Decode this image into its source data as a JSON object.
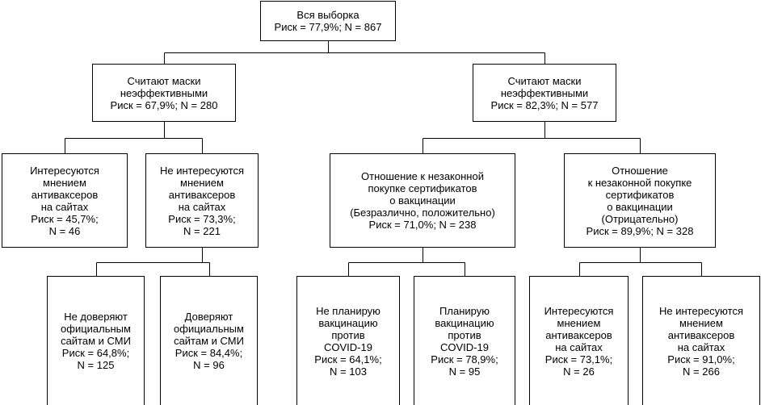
{
  "diagram": {
    "nodes": [
      {
        "id": "root",
        "lines": [
          "Вся выборка",
          "Риск = 77,9%; N = 867"
        ]
      },
      {
        "id": "n1",
        "lines": [
          "Считают маски",
          "неэффективными",
          "Риск = 67,9%; N = 280"
        ]
      },
      {
        "id": "n2",
        "lines": [
          "Считают маски",
          "неэффективными",
          "Риск = 82,3%; N = 577"
        ]
      },
      {
        "id": "n11",
        "lines": [
          "Интересуются",
          "мнением",
          "антиваксеров",
          "на сайтах",
          "Риск = 45,7%;",
          "N = 46"
        ]
      },
      {
        "id": "n12",
        "lines": [
          "Не интересуются",
          "мнением",
          "антиваксеров",
          "на сайтах",
          "Риск = 73,3%;",
          "N = 221"
        ]
      },
      {
        "id": "n21",
        "lines": [
          "Отношение к незаконной",
          "покупке сертификатов",
          "о вакцинации",
          "(Безразлично, положительно)",
          "Риск = 71,0%; N = 238"
        ]
      },
      {
        "id": "n22",
        "lines": [
          "Отношение",
          "к незаконной покупке",
          "сертификатов",
          "о вакцинации",
          "(Отрицательно)",
          "Риск = 89,9%; N = 328"
        ]
      },
      {
        "id": "n121",
        "lines": [
          "Не доверяют",
          "официальным",
          "сайтам и СМИ",
          "Риск = 64,8%;",
          "N = 125"
        ]
      },
      {
        "id": "n122",
        "lines": [
          "Доверяют",
          "официальным",
          "сайтам и СМИ",
          "Риск = 84,4%;",
          "N = 96"
        ]
      },
      {
        "id": "n211",
        "lines": [
          "Не планирую",
          "вакцинацию",
          "против",
          "COVID-19",
          "Риск = 64,1%;",
          "N = 103"
        ]
      },
      {
        "id": "n212",
        "lines": [
          "Планирую",
          "вакцинацию",
          "против",
          "COVID-19",
          "Риск = 78,9%;",
          "N = 95"
        ]
      },
      {
        "id": "n221",
        "lines": [
          "Интересуются",
          "мнением",
          "антиваксеров",
          "на сайтах",
          "Риск = 73,1%;",
          "N = 26"
        ]
      },
      {
        "id": "n222",
        "lines": [
          "Не интересуются",
          "мнением",
          "антиваксеров",
          "на сайтах",
          "Риск = 91,0%;",
          "N = 266"
        ]
      }
    ],
    "edges": [
      [
        "root",
        "n1"
      ],
      [
        "root",
        "n2"
      ],
      [
        "n1",
        "n11"
      ],
      [
        "n1",
        "n12"
      ],
      [
        "n2",
        "n21"
      ],
      [
        "n2",
        "n22"
      ],
      [
        "n12",
        "n121"
      ],
      [
        "n12",
        "n122"
      ],
      [
        "n21",
        "n211"
      ],
      [
        "n21",
        "n212"
      ],
      [
        "n22",
        "n221"
      ],
      [
        "n22",
        "n222"
      ]
    ]
  }
}
